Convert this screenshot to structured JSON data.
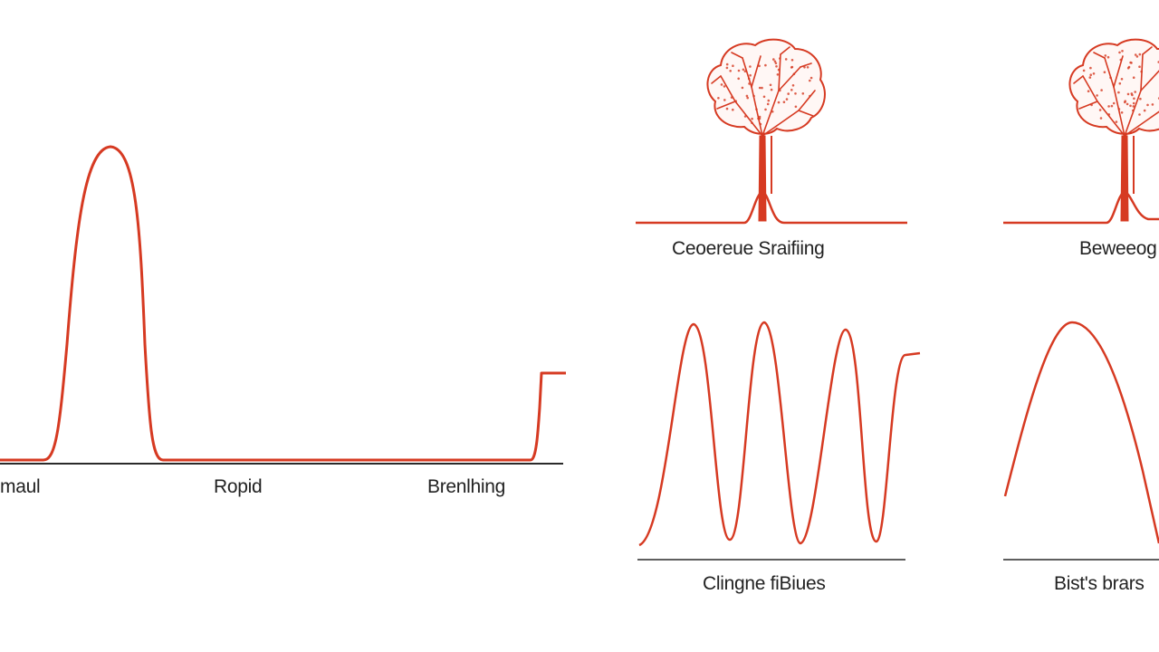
{
  "colors": {
    "waveform": "#d63a22",
    "axis": "#2a2a2a",
    "text": "#222222",
    "background": "#ffffff"
  },
  "main_panel": {
    "labels": [
      "maul",
      "Ropid",
      "Brenlhing"
    ]
  },
  "top_panels": [
    {
      "label": "Ceoereue Sraifiing",
      "icon": "brain-tree-icon"
    },
    {
      "label": "Beweeog",
      "icon": "brain-tree-icon"
    }
  ],
  "bottom_panels": [
    {
      "label": "Clingne fiBiues"
    },
    {
      "label": "Bist's brars"
    }
  ]
}
